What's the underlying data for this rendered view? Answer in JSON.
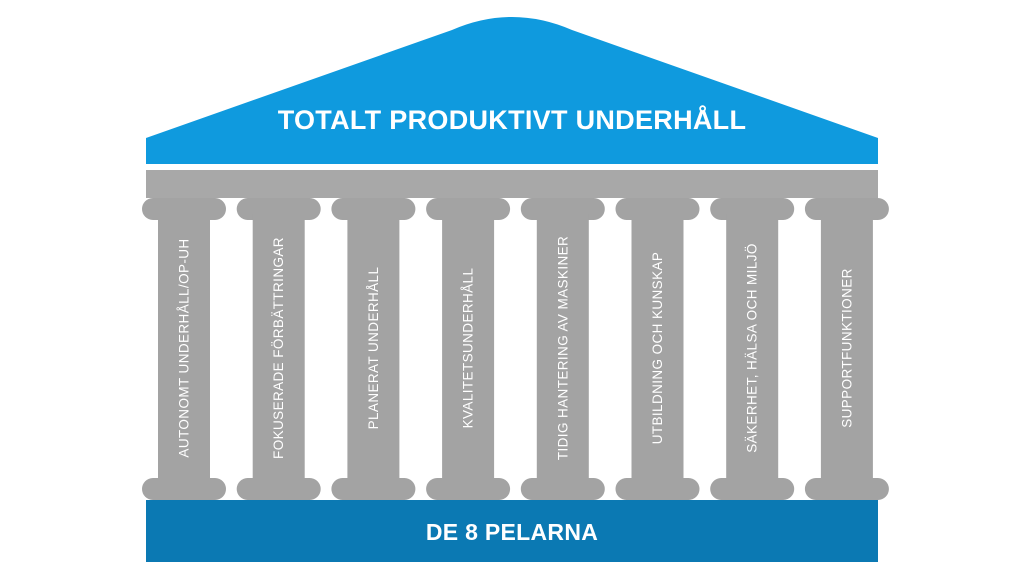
{
  "roof": {
    "title": "TOTALT PRODUKTIVT UNDERHÅLL"
  },
  "pillars": [
    "AUTONOMT UNDERHÅLL/OP-UH",
    "FOKUSERADE FÖRBÄTTRINGAR",
    "PLANERAT UNDERHÅLL",
    "KVALITETSUNDERHÅLL",
    "TIDIG HANTERING AV MASKINER",
    "UTBILDNING OCH KUNSKAP",
    "SÄKERHET, HÄLSA OCH MILJÖ",
    "SUPPORTFUNKTIONER"
  ],
  "base": {
    "title": "DE 8 PELARNA"
  },
  "colors": {
    "roof": "#0f9ade",
    "base": "#0b79b3",
    "pillar": "#a3a3a3",
    "beam": "#a8a8a8",
    "text": "#ffffff"
  }
}
